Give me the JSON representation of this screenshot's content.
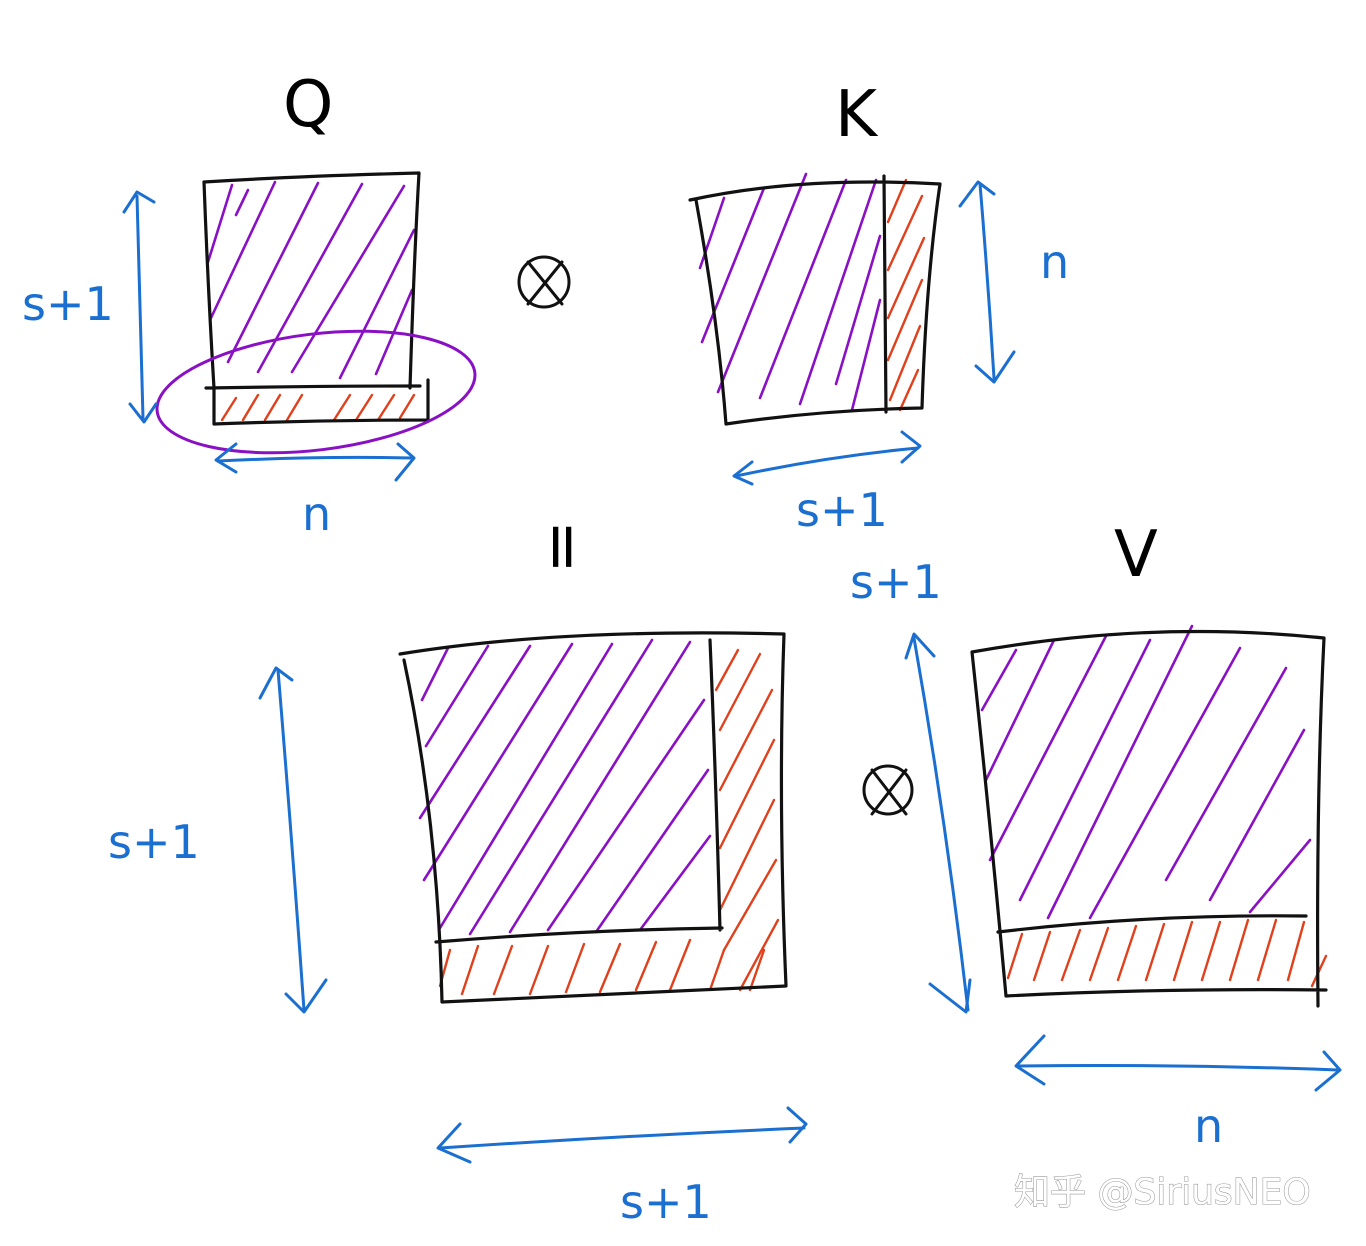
{
  "colors": {
    "ink": "#111111",
    "purple": "#8a10c4",
    "red": "#e0401c",
    "blue": "#1a6fd1",
    "watermark": "#9a9a9a"
  },
  "matrices": {
    "q": {
      "label": "Q",
      "height_label": "s+1",
      "width_label": "n"
    },
    "k": {
      "label": "K",
      "height_label": "n",
      "width_label": "s+1"
    },
    "result": {
      "label": "=",
      "height_label": "s+1",
      "width_label": "s+1"
    },
    "v": {
      "label": "V",
      "height_label": "s+1",
      "width_label": "n"
    }
  },
  "operators": {
    "first": {
      "symbol": "⊗",
      "icon": "tensor-product-icon"
    },
    "second": {
      "symbol": "⊗",
      "icon": "tensor-product-icon"
    }
  },
  "watermark": {
    "text": "知乎 @SiriusNEO"
  }
}
